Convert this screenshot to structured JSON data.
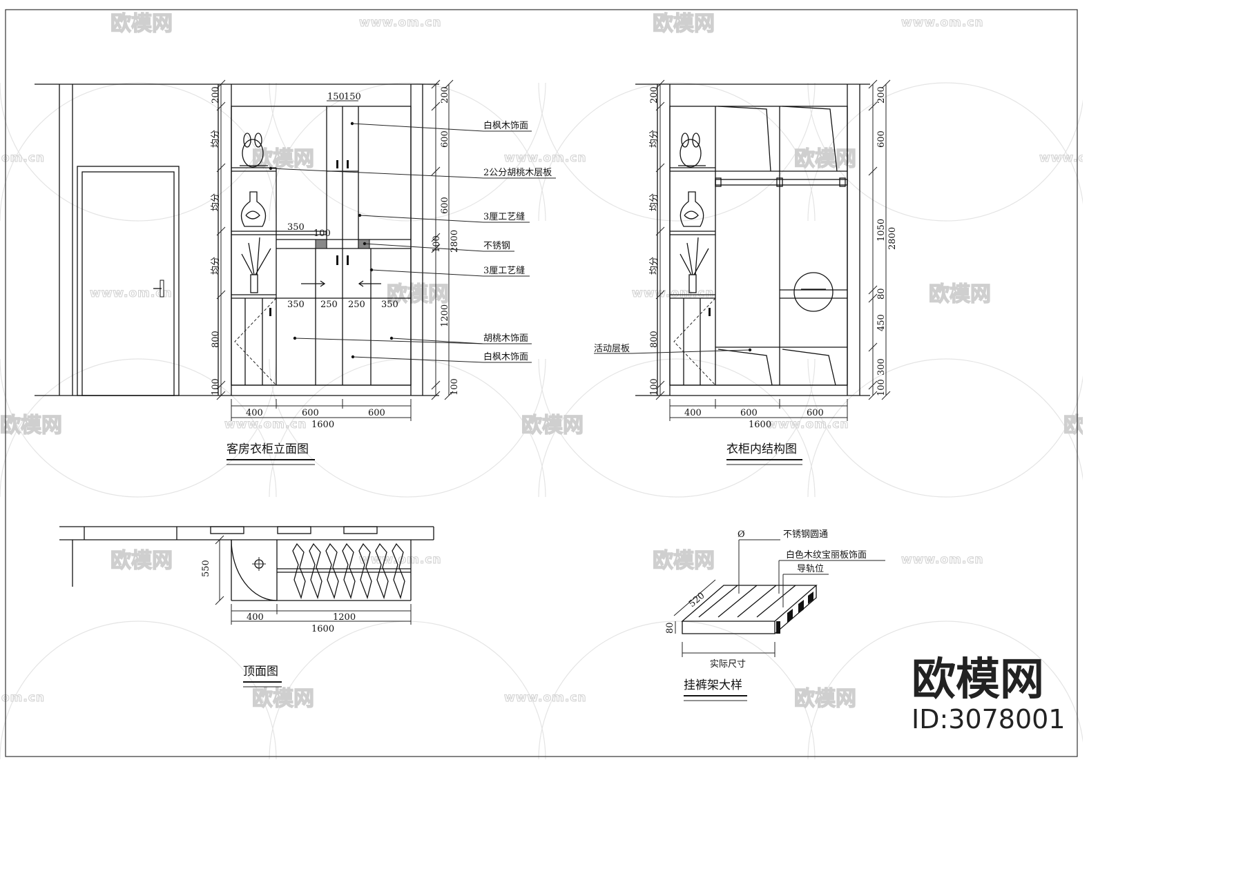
{
  "watermark": {
    "logo_text": "欧模网",
    "url_text": "www.om.cn",
    "url_short": "om.cn"
  },
  "brand": {
    "name": "欧模网",
    "id": "ID:3078001"
  },
  "elevation": {
    "title": "客房衣柜立面图",
    "dims_left": [
      "200",
      "均分",
      "均分",
      "均分",
      "800",
      "100"
    ],
    "dims_right": [
      "200",
      "600",
      "600",
      "100",
      "1200",
      "100",
      "2800"
    ],
    "dims_bottom": [
      "400",
      "600",
      "600",
      "1600"
    ],
    "dims_inner": [
      "150",
      "150",
      "350",
      "100",
      "350",
      "250",
      "250",
      "350"
    ],
    "labels": [
      "白枫木饰面",
      "2公分胡桃木层板",
      "3厘工艺缝",
      "不锈钢",
      "3厘工艺缝",
      "胡桃木饰面",
      "白枫木饰面"
    ]
  },
  "structure": {
    "title": "衣柜内结构图",
    "dims_left": [
      "200",
      "均分",
      "均分",
      "均分",
      "800",
      "100"
    ],
    "dims_right": [
      "200",
      "600",
      "1050",
      "80",
      "450",
      "300",
      "100",
      "2800"
    ],
    "dims_bottom": [
      "400",
      "600",
      "600",
      "1600"
    ],
    "label_shelf": "活动层板"
  },
  "plan": {
    "title": "顶面图",
    "dims": [
      "550",
      "400",
      "1200",
      "1600"
    ]
  },
  "detail": {
    "title": "挂裤架大样",
    "labels": [
      "不锈钢圆通",
      "白色木纹宝丽板饰面",
      "导轨位"
    ],
    "dims": [
      "520",
      "80",
      "实际尺寸"
    ],
    "diameter_symbol": "Ø"
  }
}
